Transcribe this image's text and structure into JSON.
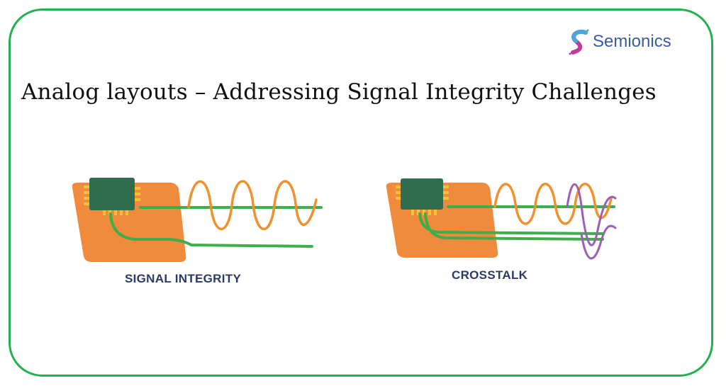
{
  "title": "Analog layouts – Addressing Signal Integrity Challenges",
  "logo": {
    "text": "Semionics"
  },
  "panels": [
    {
      "label": "SIGNAL INTEGRITY"
    },
    {
      "label": "CROSSTALK"
    }
  ],
  "colors": {
    "border": "#22b14c",
    "board": "#f08a3c",
    "chip": "#2e6e4f",
    "trace": "#3fae4a",
    "wave": "#f0902f",
    "crosstalk_wave": "#9b5fb5",
    "label": "#2b3a67"
  }
}
